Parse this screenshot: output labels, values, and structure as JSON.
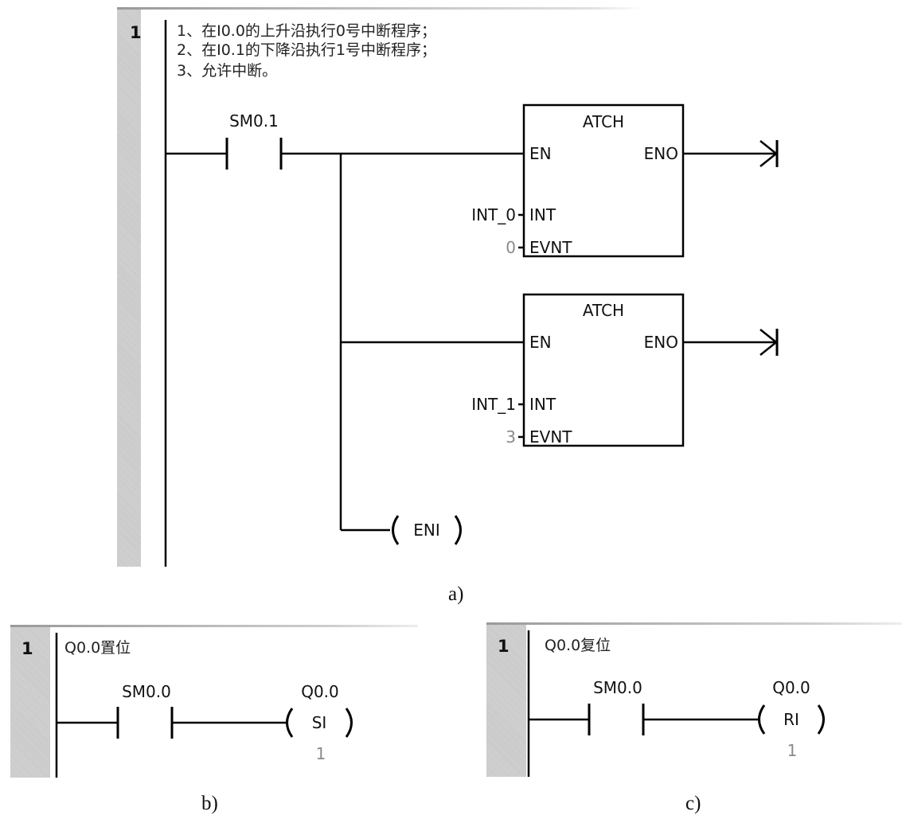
{
  "panel_a": {
    "network_number": "1",
    "comments": [
      "1、在I0.0的上升沿执行0号中断程序；",
      "2、在I0.1的下降沿执行1号中断程序；",
      "3、允许中断。"
    ],
    "contact_label": "SM0.1",
    "blocks": [
      {
        "title": "ATCH",
        "en": "EN",
        "eno": "ENO",
        "in1_label": "INT",
        "in2_label": "EVNT",
        "int_value": "INT_0",
        "evnt_value": "0"
      },
      {
        "title": "ATCH",
        "en": "EN",
        "eno": "ENO",
        "in1_label": "INT",
        "in2_label": "EVNT",
        "int_value": "INT_1",
        "evnt_value": "3"
      }
    ],
    "coil_label": "ENI",
    "caption": "a)"
  },
  "panel_b": {
    "network_number": "1",
    "comment": "Q0.0置位",
    "contact_label": "SM0.0",
    "coil_address": "Q0.0",
    "coil_label": "SI",
    "coil_param": "1",
    "caption": "b)"
  },
  "panel_c": {
    "network_number": "1",
    "comment": "Q0.0复位",
    "contact_label": "SM0.0",
    "coil_address": "Q0.0",
    "coil_label": "RI",
    "coil_param": "1",
    "caption": "c)"
  },
  "colors": {
    "line": "#000000",
    "dim_text": "#8a8a8a",
    "gutter": "#c8c8c8"
  }
}
